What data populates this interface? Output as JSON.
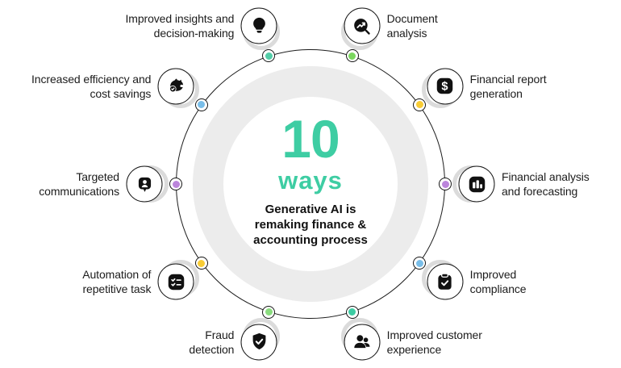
{
  "title": "Generative AI finance infographic",
  "colors": {
    "accent_teal": "#3ECDA3",
    "ring_gray": "#ECECEC",
    "outline_black": "#1c1c1c",
    "shadow_gray": "#DBDBDB"
  },
  "center": {
    "number": "10",
    "word": "ways",
    "subtitle": "Generative AI is\nremaking finance &\naccounting process"
  },
  "items": [
    {
      "label": "Improved insights and\ndecision-making",
      "icon": "lightbulb-icon",
      "dot_color": "#53CDA8",
      "angle_deg": 108,
      "label_side": "left"
    },
    {
      "label": "Document\nanalysis",
      "icon": "document-analysis-icon",
      "dot_color": "#7BD75F",
      "angle_deg": 72,
      "label_side": "right"
    },
    {
      "label": "Financial report\ngeneration",
      "icon": "dollar-icon",
      "dot_color": "#F8CC35",
      "angle_deg": 36,
      "label_side": "right"
    },
    {
      "label": "Financial analysis\nand forecasting",
      "icon": "bar-chart-icon",
      "dot_color": "#BB85DB",
      "angle_deg": 0,
      "label_side": "right"
    },
    {
      "label": "Improved\ncompliance",
      "icon": "clipboard-check-icon",
      "dot_color": "#79BEE9",
      "angle_deg": -36,
      "label_side": "right"
    },
    {
      "label": "Improved customer\nexperience",
      "icon": "customers-icon",
      "dot_color": "#3CCBA2",
      "angle_deg": -72,
      "label_side": "right"
    },
    {
      "label": "Fraud\ndetection",
      "icon": "shield-check-icon",
      "dot_color": "#8ADC7E",
      "angle_deg": -108,
      "label_side": "left"
    },
    {
      "label": "Automation of\nrepetitive task",
      "icon": "checklist-icon",
      "dot_color": "#F8CC35",
      "angle_deg": -144,
      "label_side": "left"
    },
    {
      "label": "Targeted\ncommunications",
      "icon": "person-chat-icon",
      "dot_color": "#BB85DB",
      "angle_deg": 180,
      "label_side": "left"
    },
    {
      "label": "Increased efficiency and\ncost savings",
      "icon": "piggy-bank-icon",
      "dot_color": "#79BEE9",
      "angle_deg": 144,
      "label_side": "left"
    }
  ]
}
